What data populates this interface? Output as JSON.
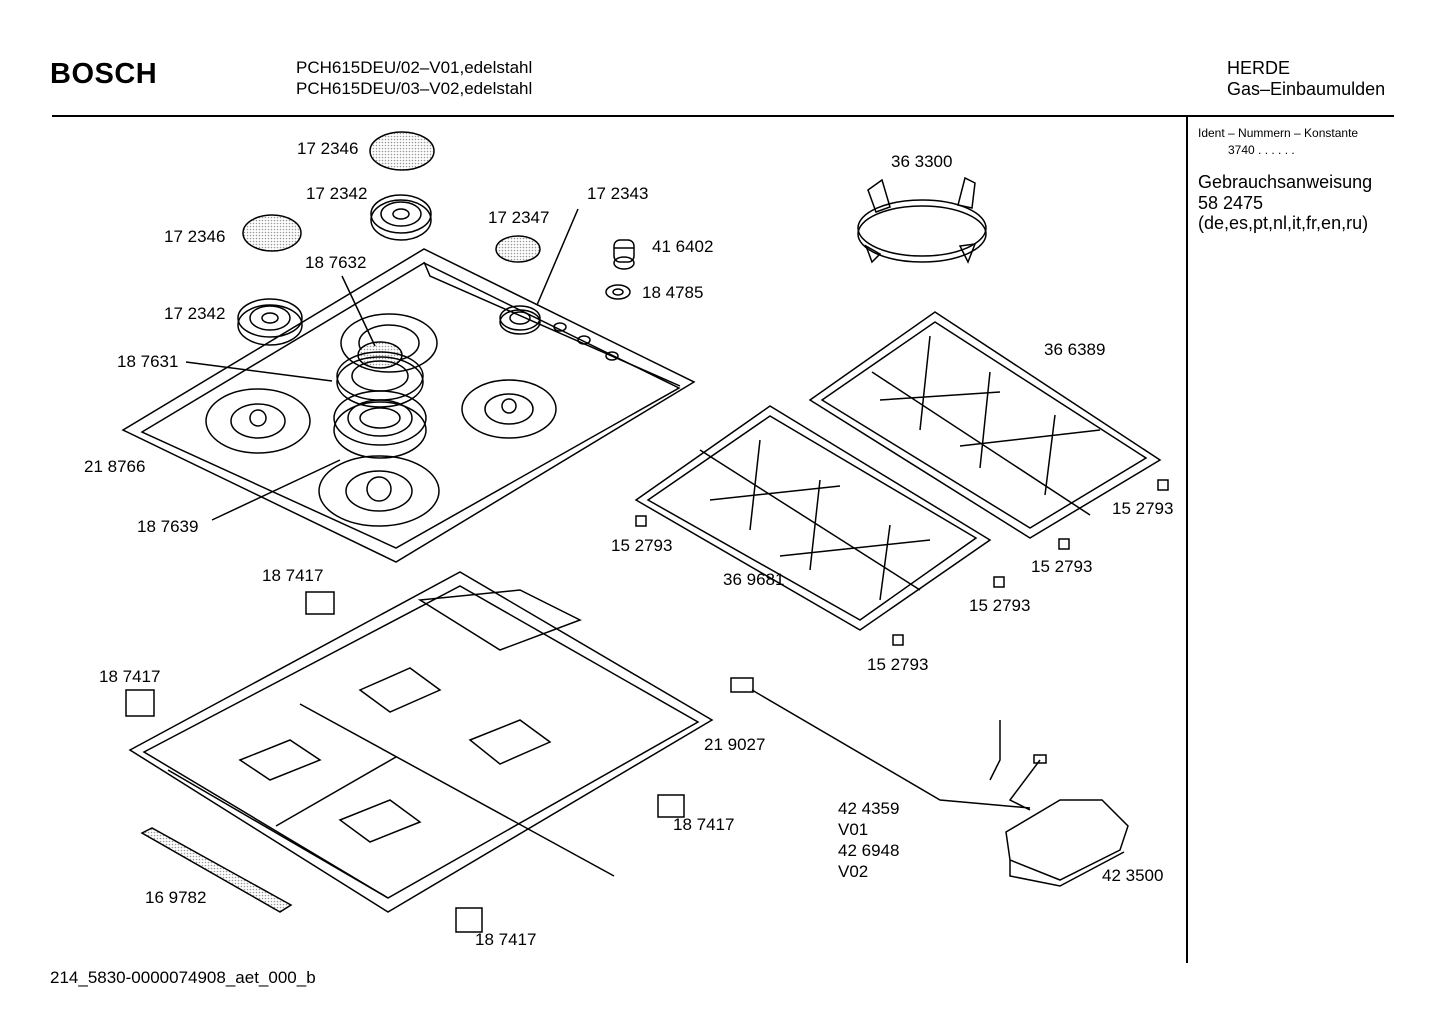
{
  "header": {
    "brand": "BOSCH",
    "model_lines": [
      "PCH615DEU/02–V01,edelstahl",
      "PCH615DEU/03–V02,edelstahl"
    ],
    "category": "HERDE",
    "subcategory": "Gas–Einbaumulden"
  },
  "sidebar": {
    "ident_label": "Ident – Nummern – Konstante",
    "ident_value": "3740  .  .  .  .  .  .",
    "manual_title": "Gebrauchsanweisung",
    "manual_number": "58 2475",
    "manual_languages": "(de,es,pt,nl,it,fr,en,ru)"
  },
  "parts": {
    "p1": "17 2346",
    "p2": "17 2342",
    "p3": "17 2346",
    "p4": "17 2347",
    "p5": "17 2343",
    "p6": "41 6402",
    "p7": "18 4785",
    "p8": "18 7632",
    "p9": "17 2342",
    "p10": "18 7631",
    "p11": "21 8766",
    "p12": "18 7639",
    "p13": "36 3300",
    "p14": "36 6389",
    "p15": "15 2793",
    "p16": "15 2793",
    "p17": "36 9681",
    "p18": "15 2793",
    "p19": "15 2793",
    "p20": "15 2793",
    "p21": "18 7417",
    "p22": "18 7417",
    "p23": "21 9027",
    "p24": "18 7417",
    "p25": "42 4359",
    "p26": "V01",
    "p27": "42 6948",
    "p28": "V02",
    "p29": "42 3500",
    "p30": "16 9782",
    "p31": "18 7417"
  },
  "footer": {
    "code": "214_5830-0000074908_aet_000_b"
  }
}
